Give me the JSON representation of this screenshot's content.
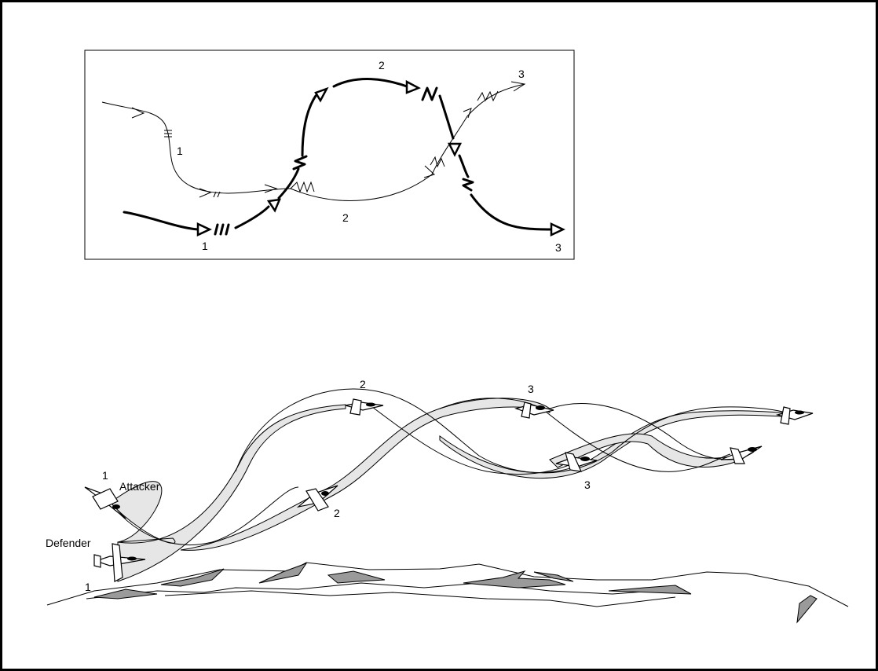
{
  "inset_diagram": {
    "labels": {
      "thin_start_1": "1",
      "thick_start_1": "1",
      "thin_mid_2": "2",
      "thick_top_2": "2",
      "thin_end_3": "3",
      "thick_end_3": "3"
    }
  },
  "main_illustration": {
    "attacker_label": "Attacker",
    "defender_label": "Defender",
    "position_labels": {
      "attacker_1": "1",
      "defender_1": "1",
      "upper_2": "2",
      "lower_2": "2",
      "upper_3": "3",
      "lower_3": "3"
    }
  }
}
